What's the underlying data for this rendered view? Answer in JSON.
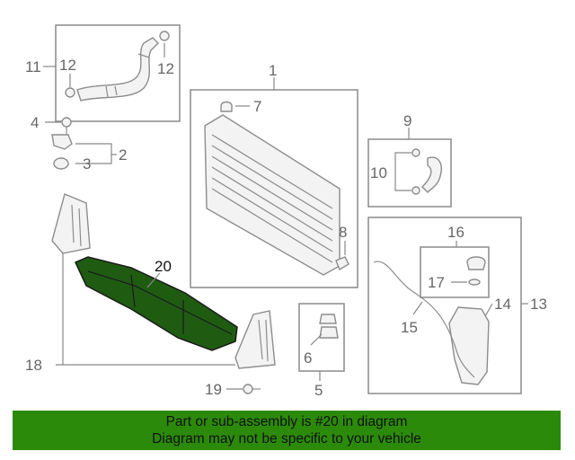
{
  "callouts": {
    "c1": "1",
    "c2": "2",
    "c3": "3",
    "c4": "4",
    "c5": "5",
    "c6": "6",
    "c7": "7",
    "c8": "8",
    "c9": "9",
    "c10": "10",
    "c11": "11",
    "c12a": "12",
    "c12b": "12",
    "c13": "13",
    "c14": "14",
    "c15": "15",
    "c16": "16",
    "c17": "17",
    "c18": "18",
    "c19": "19",
    "c20": "20"
  },
  "banner": {
    "line1": "Part or sub-assembly is #20 in diagram",
    "line2": "Diagram may not be specific to your vehicle"
  },
  "colors": {
    "highlight_part": "#1f5c12",
    "banner_background": "#2c8a0a",
    "line_art": "#8c8c8c"
  }
}
